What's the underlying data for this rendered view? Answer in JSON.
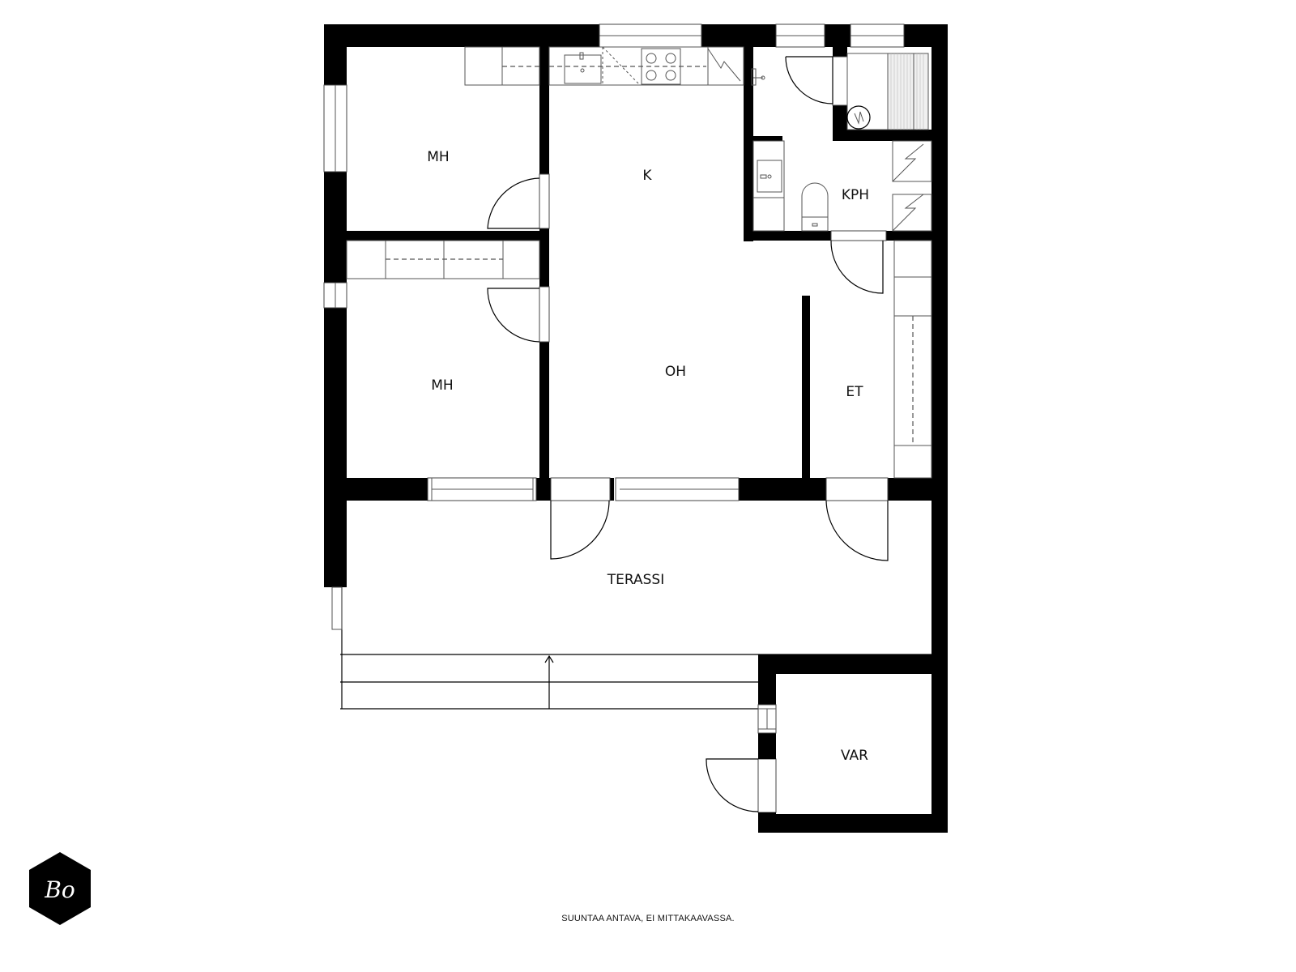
{
  "floorplan": {
    "rooms": [
      {
        "id": "mh1",
        "label": "MH"
      },
      {
        "id": "k",
        "label": "K"
      },
      {
        "id": "kph",
        "label": "KPH"
      },
      {
        "id": "mh2",
        "label": "MH"
      },
      {
        "id": "oh",
        "label": "OH"
      },
      {
        "id": "et",
        "label": "ET"
      },
      {
        "id": "terassi",
        "label": "TERASSI"
      },
      {
        "id": "var",
        "label": "VAR"
      }
    ],
    "colors": {
      "wall": "#000000",
      "background": "#ffffff",
      "fixture_line": "#555555"
    }
  },
  "logo": {
    "text": "Bo"
  },
  "footer": {
    "disclaimer": "SUUNTAA ANTAVA, EI MITTAKAAVASSA."
  }
}
